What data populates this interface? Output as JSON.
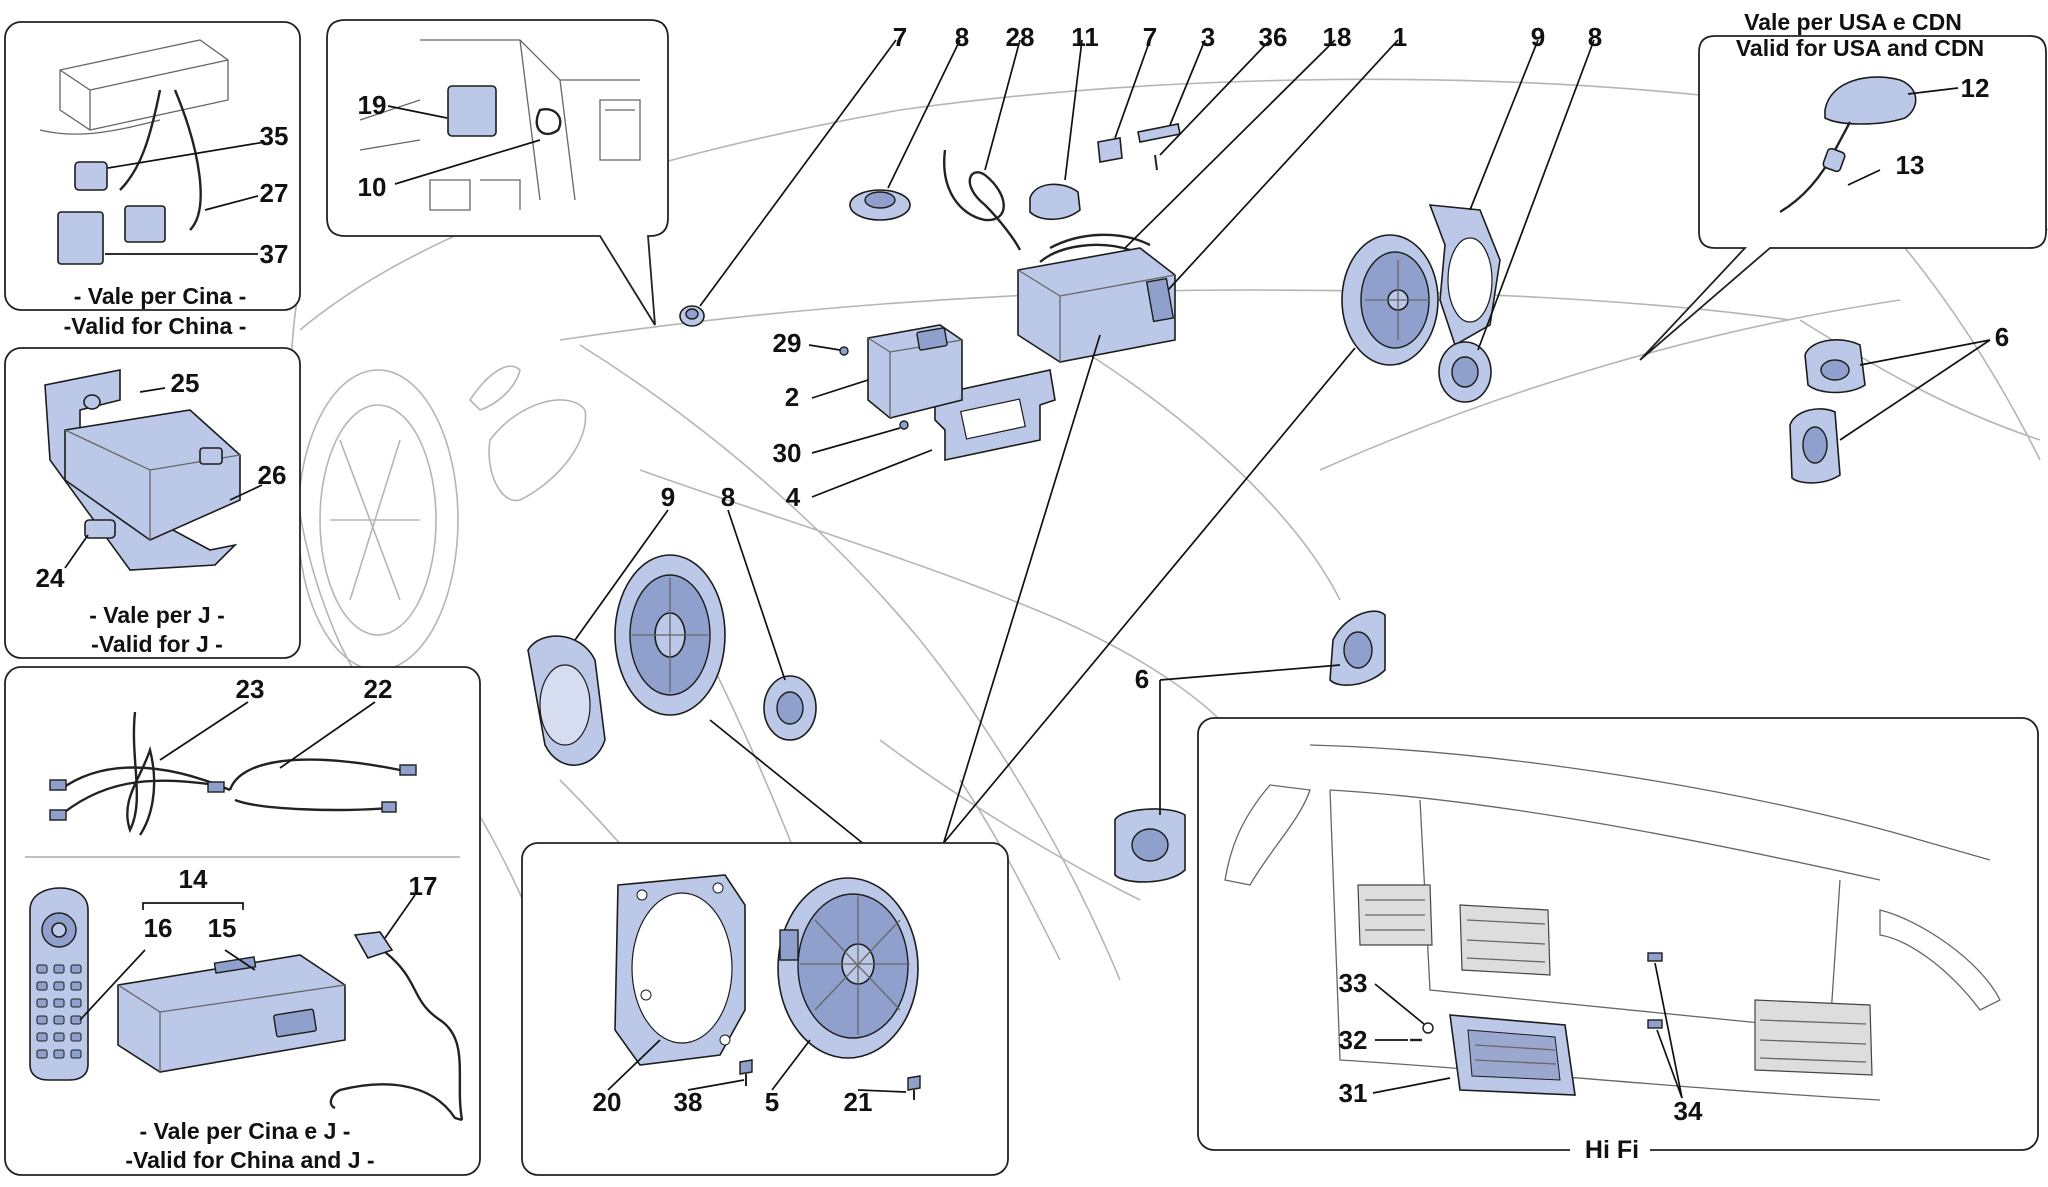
{
  "callouts": {
    "n1": "1",
    "n2": "2",
    "n3": "3",
    "n4": "4",
    "n5": "5",
    "n6a": "6",
    "n6b": "6",
    "n7a": "7",
    "n7b": "7",
    "n8a": "8",
    "n8b": "8",
    "n8c": "8",
    "n9a": "9",
    "n9b": "9",
    "n10": "10",
    "n11": "11",
    "n12": "12",
    "n13": "13",
    "n14": "14",
    "n15": "15",
    "n16": "16",
    "n17": "17",
    "n18": "18",
    "n19": "19",
    "n20": "20",
    "n21": "21",
    "n22": "22",
    "n23": "23",
    "n24": "24",
    "n25": "25",
    "n26": "26",
    "n27": "27",
    "n28": "28",
    "n29": "29",
    "n30": "30",
    "n31": "31",
    "n32": "32",
    "n33": "33",
    "n34": "34",
    "n35": "35",
    "n36": "36",
    "n37": "37",
    "n38": "38"
  },
  "captions": {
    "china_it": "- Vale per Cina -",
    "china_en": "-Valid for China -",
    "j_it": "- Vale per J -",
    "j_en": "-Valid for J -",
    "china_j_it": "- Vale per Cina e J -",
    "china_j_en": "-Valid for China and J -",
    "usa_it": "Vale per USA e CDN",
    "usa_en": "Valid for USA and CDN",
    "hifi": "Hi Fi"
  },
  "colors": {
    "part_fill": "#bcc8e8",
    "part_dark": "#8fa0cc",
    "outline": "#b5b5b5"
  }
}
